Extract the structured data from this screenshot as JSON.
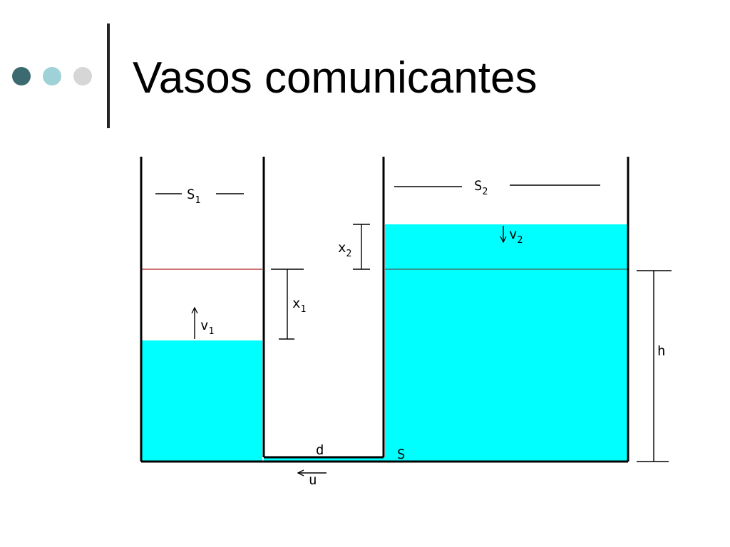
{
  "slide": {
    "title": "Vasos comunicantes"
  },
  "theme": {
    "bullet_colors": [
      "#3b6b70",
      "#9fd2d6",
      "#d6d6d6"
    ],
    "water_color": "#00ffff",
    "initial_level_left_color": "#b22222",
    "initial_level_right_color": "#555555",
    "line_color": "#000000"
  },
  "diagram": {
    "labels": {
      "s1": "S",
      "s1_sub": "1",
      "s2": "S",
      "s2_sub": "2",
      "v1": "v",
      "v1_sub": "1",
      "v2": "v",
      "v2_sub": "2",
      "x1": "x",
      "x1_sub": "1",
      "x2": "x",
      "x2_sub": "2",
      "h": "h",
      "d": "d",
      "s": "S",
      "u": "u"
    }
  }
}
